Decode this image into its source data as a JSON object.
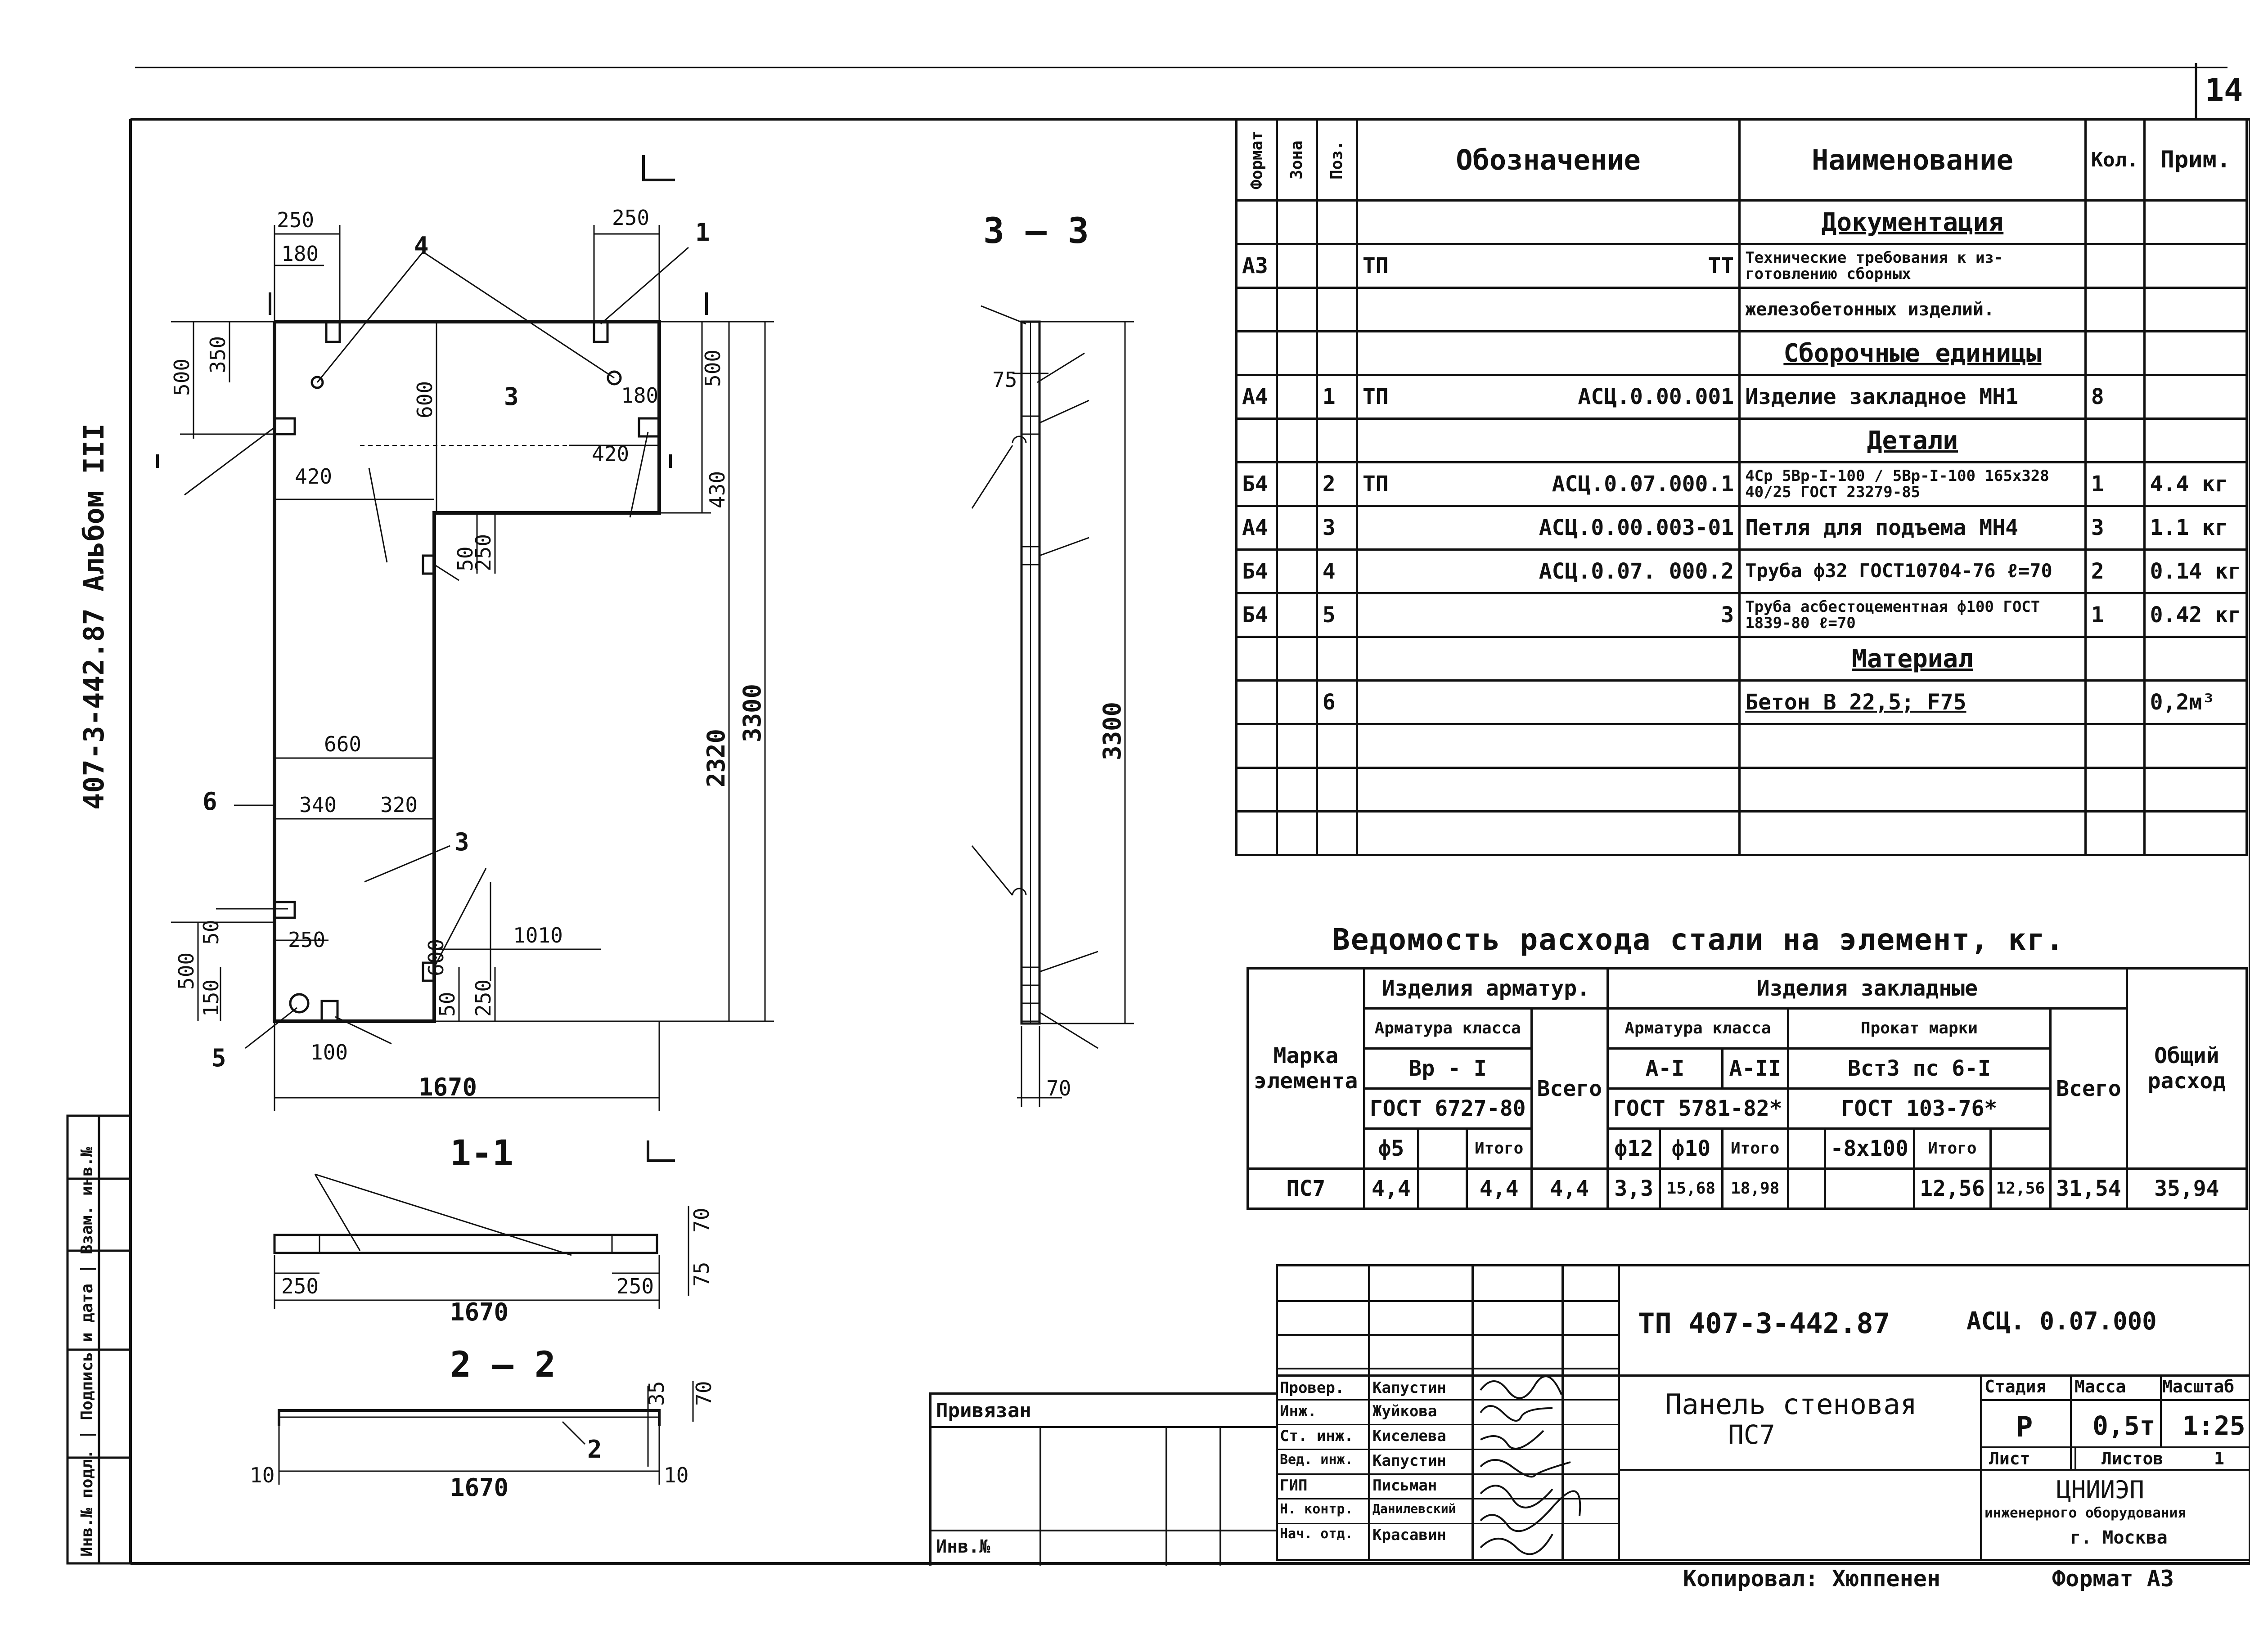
{
  "page_number": "14",
  "album_label": "407-3-442.87 Альбом III",
  "sections": {
    "s33": "3 — 3",
    "s11": "1-1",
    "s22": "2 — 2"
  },
  "callouts": [
    "1",
    "2",
    "3",
    "3",
    "4",
    "5",
    "6"
  ],
  "dimensions": {
    "top_left_250": "250",
    "top_left_180": "180",
    "top_right_250": "250",
    "d350": "350",
    "d500a": "500",
    "d600": "600",
    "d420a": "420",
    "d420b": "420",
    "d180": "180",
    "d500b": "500",
    "d430": "430",
    "d50a": "50",
    "d250a": "250",
    "d2320": "2320",
    "d3300a": "3300",
    "d660": "660",
    "d340": "340",
    "d320": "320",
    "d1010": "1010",
    "d500c": "500",
    "d50b": "50",
    "d250b": "250",
    "d150": "150",
    "d100": "100",
    "d600b": "600",
    "d50c": "50",
    "d250c": "250",
    "d1670a": "1670",
    "d75a": "75",
    "d3300b": "3300",
    "d70a": "70",
    "s11_250a": "250",
    "s11_250b": "250",
    "s11_1670": "1670",
    "s11_70": "70",
    "s11_75": "75",
    "s22_35": "35",
    "s22_70": "70",
    "s22_10a": "10",
    "s22_10b": "10",
    "s22_1670": "1670"
  },
  "spec": {
    "headers": {
      "format": "Формат",
      "zone": "Зона",
      "pos": "Поз.",
      "designation": "Обозначение",
      "name": "Наименование",
      "qty": "Кол.",
      "note": "Прим."
    },
    "doc_title": "Документация",
    "doc_row": {
      "format": "A3",
      "prefix": "ТП",
      "code": "ТТ",
      "name_line1": "Технические требования к из-",
      "name_line2": "готовлению сборных",
      "name_line3": "железобетонных изделий."
    },
    "assembly_title": "Сборочные единицы",
    "assembly_row": {
      "format": "A4",
      "pos": "1",
      "prefix": "ТП",
      "code": "АСЦ.0.00.001",
      "name": "Изделие закладное МН1",
      "qty": "8"
    },
    "details_title": "Детали",
    "detail_rows": [
      {
        "format": "Б4",
        "pos": "2",
        "prefix": "ТП",
        "code": "АСЦ.0.07.000.1",
        "name": "4Ср 5Вр-I-100 / 5Вр-I-100 165х328 40/25 ГОСТ 23279-85",
        "qty": "1",
        "note": "4.4 кг"
      },
      {
        "format": "А4",
        "pos": "3",
        "prefix": "",
        "code": "АСЦ.0.00.003-01",
        "name": "Петля для подъема МН4",
        "qty": "3",
        "note": "1.1 кг"
      },
      {
        "format": "Б4",
        "pos": "4",
        "prefix": "",
        "code": "АСЦ.0.07. 000.2",
        "name": "Труба ф32 ГОСТ10704-76 ℓ=70",
        "qty": "2",
        "note": "0.14 кг"
      },
      {
        "format": "Б4",
        "pos": "5",
        "prefix": "",
        "code": "3",
        "name": "Труба асбестоцементная ф100 ГОСТ 1839-80 ℓ=70",
        "qty": "1",
        "note": "0.42 кг"
      }
    ],
    "material_title": "Материал",
    "material_row": {
      "pos": "6",
      "name": "Бетон В 22,5; F75",
      "note": "0,2м³"
    }
  },
  "steel": {
    "title": "Ведомость расхода стали на элемент, кг.",
    "h_mark": "Марка элемента",
    "h_rebar_products": "Изделия арматур.",
    "h_embedded": "Изделия закладные",
    "h_total_use": "Общий расход",
    "h_rebar_class": "Арматура класса",
    "h_all": "Всего",
    "h_prokat": "Прокат марки",
    "c_vr1": "Вр - I",
    "c_ai": "А-I",
    "c_aii": "А-II",
    "c_vst": "Вст3 пс 6-I",
    "g_6727": "ГОСТ 6727-80",
    "g_5781": "ГОСТ 5781-82*",
    "g_103": "ГОСТ 103-76*",
    "f5": "ф5",
    "itogo": "Итого",
    "f12": "ф12",
    "f10": "ф10",
    "strip": "-8х100",
    "row": {
      "mark": "ПС7",
      "f5": "4,4",
      "itogo1": "4,4",
      "all1": "4,4",
      "f12": "3,3",
      "f10": "15,68",
      "itogo2": "18,98",
      "strip": "12,56",
      "itogo3": "12,56",
      "all2": "31,54",
      "total": "35,94"
    }
  },
  "title_block": {
    "code": "ТП 407-3-442.87",
    "code2": "АСЦ. 0.07.000",
    "title": "Панель стеновая",
    "title2": "ПС7",
    "stage_h": "Стадия",
    "mass_h": "Масса",
    "scale_h": "Масштаб",
    "stage": "Р",
    "mass": "0,5т",
    "scale": "1:25",
    "sheet_h": "Лист",
    "sheets_h": "Листов",
    "sheets": "1",
    "org1": "ЦНИИЭП",
    "org2": "инженерного оборудования",
    "org3": "г. Москва",
    "privyazan": "Привязан",
    "inv_no": "Инв.№",
    "roles": [
      {
        "role": "Провер.",
        "name": "Капустин"
      },
      {
        "role": "Инж.",
        "name": "Жуйкова"
      },
      {
        "role": "Ст. инж.",
        "name": "Киселева"
      },
      {
        "role": "Вед. инж.",
        "name": "Капустин"
      },
      {
        "role": "ГИП",
        "name": "Письман"
      },
      {
        "role": "Н. контр.",
        "name": "Данилевский"
      },
      {
        "role": "Нач. отд.",
        "name": "Красавин"
      }
    ],
    "copied": "Копировал: Хюппенен",
    "format": "Формат А3"
  },
  "side_stamp": "Инв.№ подл. | Подпись и дата | Взам. инв.№"
}
